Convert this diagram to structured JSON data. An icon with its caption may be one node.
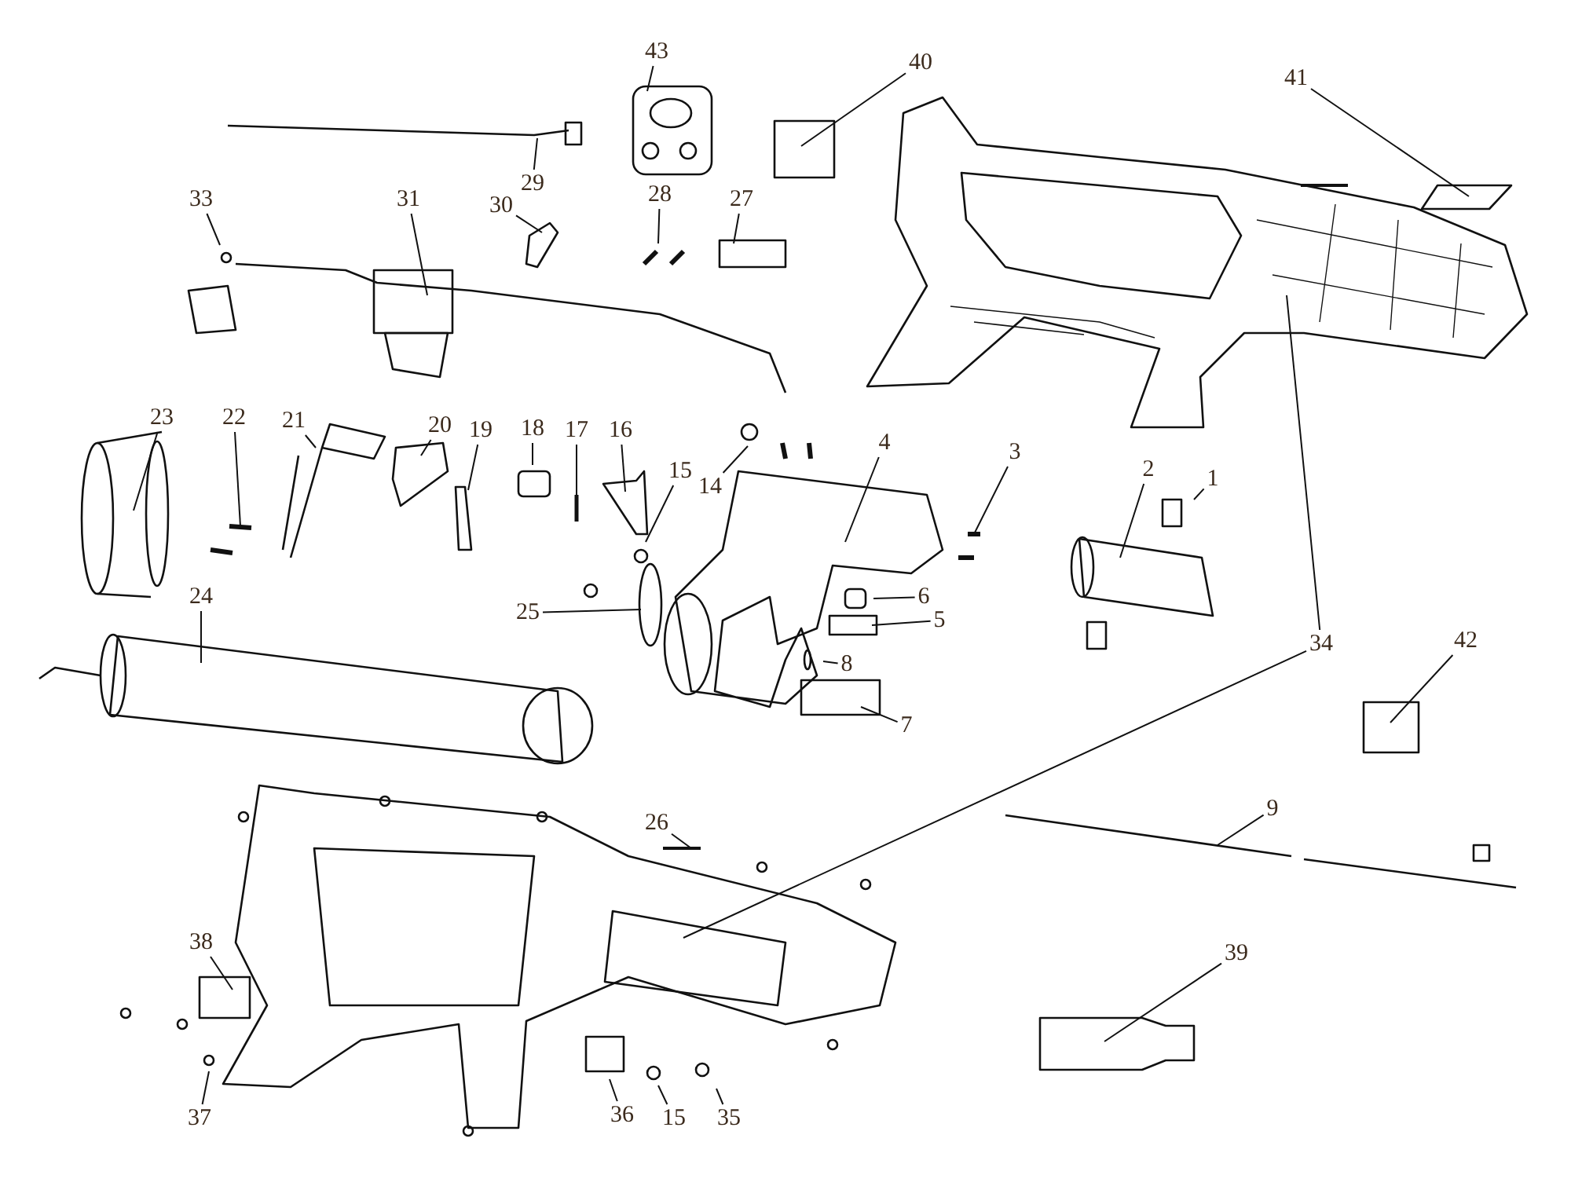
{
  "diagram": {
    "nodes": [
      {
        "text": [
          "43"
        ]
      },
      {
        "text": [
          "40"
        ]
      },
      {
        "text": [
          "41"
        ]
      },
      {
        "text": [
          "29"
        ]
      },
      {
        "text": [
          "30"
        ]
      },
      {
        "text": [
          "28"
        ]
      },
      {
        "text": [
          "27"
        ]
      },
      {
        "text": [
          "33"
        ]
      },
      {
        "text": [
          "31"
        ]
      },
      {
        "text": [
          "23"
        ]
      },
      {
        "text": [
          "22"
        ]
      },
      {
        "text": [
          "21"
        ]
      },
      {
        "text": [
          "20"
        ]
      },
      {
        "text": [
          "19"
        ]
      },
      {
        "text": [
          "18"
        ]
      },
      {
        "text": [
          "17"
        ]
      },
      {
        "text": [
          "16"
        ]
      },
      {
        "text": [
          "15"
        ]
      },
      {
        "text": [
          "14"
        ]
      },
      {
        "text": [
          "4"
        ]
      },
      {
        "text": [
          "3"
        ]
      },
      {
        "text": [
          "2"
        ]
      },
      {
        "text": [
          "1"
        ]
      },
      {
        "text": [
          "25"
        ]
      },
      {
        "text": [
          "6"
        ]
      },
      {
        "text": [
          "5"
        ]
      },
      {
        "text": [
          "34"
        ]
      },
      {
        "text": [
          "42"
        ]
      },
      {
        "text": [
          "8"
        ]
      },
      {
        "text": [
          "7"
        ]
      },
      {
        "text": [
          "24"
        ]
      },
      {
        "text": [
          "9"
        ]
      },
      {
        "text": [
          "26"
        ]
      },
      {
        "text": [
          "39"
        ]
      },
      {
        "text": [
          "38"
        ]
      },
      {
        "text": [
          "37"
        ]
      },
      {
        "text": [
          "36"
        ]
      },
      {
        "text": [
          "15"
        ]
      },
      {
        "text": [
          "35"
        ]
      }
    ],
    "edges": [
      {
        "from": 0,
        "to": null,
        "arrow": "none"
      },
      {
        "from": 1,
        "to": null,
        "arrow": "none"
      },
      {
        "from": 2,
        "to": null,
        "arrow": "none"
      },
      {
        "from": 3,
        "to": null,
        "arrow": "none"
      },
      {
        "from": 4,
        "to": null,
        "arrow": "none"
      },
      {
        "from": 5,
        "to": null,
        "arrow": "none"
      },
      {
        "from": 6,
        "to": null,
        "arrow": "none"
      },
      {
        "from": 7,
        "to": null,
        "arrow": "none"
      },
      {
        "from": 8,
        "to": null,
        "arrow": "none"
      },
      {
        "from": 9,
        "to": null,
        "arrow": "none"
      },
      {
        "from": 10,
        "to": null,
        "arrow": "none"
      },
      {
        "from": 11,
        "to": null,
        "arrow": "none"
      },
      {
        "from": 12,
        "to": null,
        "arrow": "none"
      },
      {
        "from": 13,
        "to": null,
        "arrow": "none"
      },
      {
        "from": 14,
        "to": null,
        "arrow": "none"
      },
      {
        "from": 15,
        "to": null,
        "arrow": "none"
      },
      {
        "from": 16,
        "to": null,
        "arrow": "none"
      },
      {
        "from": 17,
        "to": null,
        "arrow": "none"
      },
      {
        "from": 18,
        "to": null,
        "arrow": "none"
      },
      {
        "from": 19,
        "to": null,
        "arrow": "none"
      },
      {
        "from": 20,
        "to": null,
        "arrow": "none"
      },
      {
        "from": 21,
        "to": null,
        "arrow": "none"
      },
      {
        "from": 22,
        "to": null,
        "arrow": "none"
      },
      {
        "from": 23,
        "to": null,
        "arrow": "none"
      },
      {
        "from": 24,
        "to": null,
        "arrow": "none"
      },
      {
        "from": 25,
        "to": null,
        "arrow": "none"
      },
      {
        "from": 26,
        "to": null,
        "arrow": "none"
      },
      {
        "from": 26,
        "to": null,
        "arrow": "none"
      },
      {
        "from": 27,
        "to": null,
        "arrow": "none"
      },
      {
        "from": 28,
        "to": null,
        "arrow": "none"
      },
      {
        "from": 29,
        "to": null,
        "arrow": "none"
      },
      {
        "from": 30,
        "to": null,
        "arrow": "none"
      },
      {
        "from": 31,
        "to": null,
        "arrow": "none"
      },
      {
        "from": 32,
        "to": null,
        "arrow": "none"
      },
      {
        "from": 33,
        "to": null,
        "arrow": "none"
      },
      {
        "from": 34,
        "to": null,
        "arrow": "none"
      },
      {
        "from": 35,
        "to": null,
        "arrow": "none"
      },
      {
        "from": 36,
        "to": null,
        "arrow": "none"
      },
      {
        "from": 37,
        "to": null,
        "arrow": "none"
      },
      {
        "from": 38,
        "to": null,
        "arrow": "none"
      }
    ]
  }
}
